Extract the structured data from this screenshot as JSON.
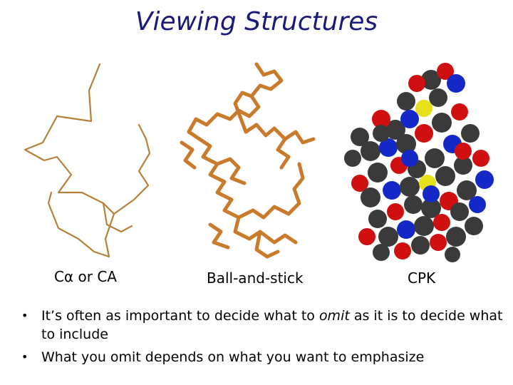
{
  "slide": {
    "title": "Viewing Structures",
    "panels": [
      {
        "caption": "Cα or CA"
      },
      {
        "caption": "Ball-and-stick"
      },
      {
        "caption": "CPK"
      }
    ],
    "bullets": [
      {
        "pre": "It’s often as important to decide what to ",
        "emph": "omit",
        "post": " as it is to decide what to include"
      },
      {
        "text": "What you omit depends on what you want to emphasize"
      }
    ],
    "bullet_glyph": "•",
    "colors": {
      "title": "#1a1a7a",
      "trace": "#b5813a",
      "stick": "#c97a2a",
      "carbon": "#3a3a3a",
      "oxygen": "#d01010",
      "nitrogen": "#1428c8",
      "sulfur": "#e6e01a"
    }
  }
}
